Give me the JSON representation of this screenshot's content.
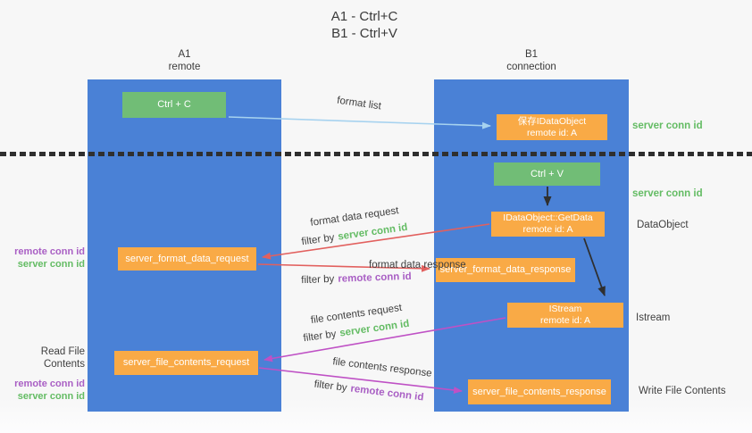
{
  "title": {
    "line1": "A1 - Ctrl+C",
    "line2": "B1 - Ctrl+V"
  },
  "lanes": {
    "left": {
      "name": "A1",
      "sub": "remote"
    },
    "right": {
      "name": "B1",
      "sub": "connection"
    }
  },
  "nodes": {
    "ctrl_c": {
      "label": "Ctrl + C"
    },
    "ctrl_v": {
      "label": "Ctrl + V"
    },
    "save_idataobject": {
      "line1": "保存IDataObject",
      "line2": "remote id: A"
    },
    "getdata": {
      "line1": "IDataObject::GetData",
      "line2": "remote id: A"
    },
    "istream": {
      "line1": "IStream",
      "line2": "remote id: A"
    },
    "format_request": {
      "label": "server_format_data_request"
    },
    "format_response": {
      "label": "server_format_data_response"
    },
    "file_request": {
      "label": "server_file_contents_request"
    },
    "file_response": {
      "label": "server_file_contents_response"
    }
  },
  "arrows": {
    "format_list": {
      "label": "format list"
    },
    "format_data_request": {
      "label": "format data request",
      "filter_prefix": "filter by",
      "filter_key": "server conn id"
    },
    "format_data_response": {
      "label": "format data response",
      "filter_prefix": "filter by",
      "filter_key": "remote conn id"
    },
    "file_contents_request": {
      "label": "file contents request",
      "filter_prefix": "filter by",
      "filter_key": "server conn id"
    },
    "file_contents_response": {
      "label": "file contents response",
      "filter_prefix": "filter by",
      "filter_key": "remote conn id"
    }
  },
  "side_labels": {
    "right_server_conn_top": "server conn id",
    "right_server_conn_mid": "server conn id",
    "dataobject": "DataObject",
    "istream": "Istream",
    "write_file_contents": "Write File Contents",
    "left_remote_conn_1": "remote conn id",
    "left_server_conn_1": "server conn id",
    "read_file_contents": "Read File Contents",
    "left_remote_conn_2": "remote conn id",
    "left_server_conn_2": "server conn id"
  },
  "colors": {
    "lane_blue": "#4a81d6",
    "node_green": "#71bd76",
    "node_orange": "#f9aa46",
    "arrow_blue": "#a6d2ef",
    "arrow_red": "#e2605e",
    "arrow_magenta": "#bf51c5",
    "arrow_black": "#2f2f2f",
    "green_id": "#64bc64",
    "purple_id": "#a95fc4",
    "text_dark": "#3f3f3f",
    "background": "#f7f7f7"
  }
}
